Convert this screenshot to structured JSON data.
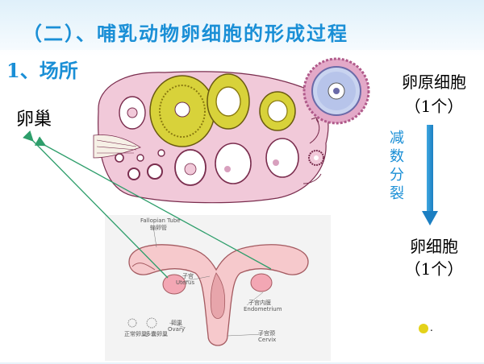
{
  "title": "（二）、哺乳动物卵细胞的形成过程",
  "section": "1、场所",
  "ovary_label": "卵巢",
  "right": {
    "primary_name": "卵原细胞",
    "primary_count": "（1个）",
    "process": [
      "减",
      "数",
      "分",
      "裂"
    ],
    "final_name": "卵细胞",
    "final_count": "（1个）"
  },
  "diagram": {
    "fallopian_en": "Fallopian Tube",
    "fallopian_cn": "输卵管",
    "uterus_cn": "子宫",
    "uterus_en": "Uterus",
    "endometrium_cn": "子宫内膜",
    "endometrium_en": "Endometrium",
    "ovary_cn": "卵巢",
    "ovary_en": "Ovary",
    "cervix_cn": "子宫颈",
    "cervix_en": "Cervix",
    "normal_cn": "正常卵巢",
    "poly_cn": "多囊卵巢"
  },
  "period": ".",
  "colors": {
    "accent": "#1a8fd6",
    "arrow_green": "#2e9e6b",
    "follicle_yellow": "#d8d23a",
    "tissue_pink": "#e8b2c8"
  }
}
